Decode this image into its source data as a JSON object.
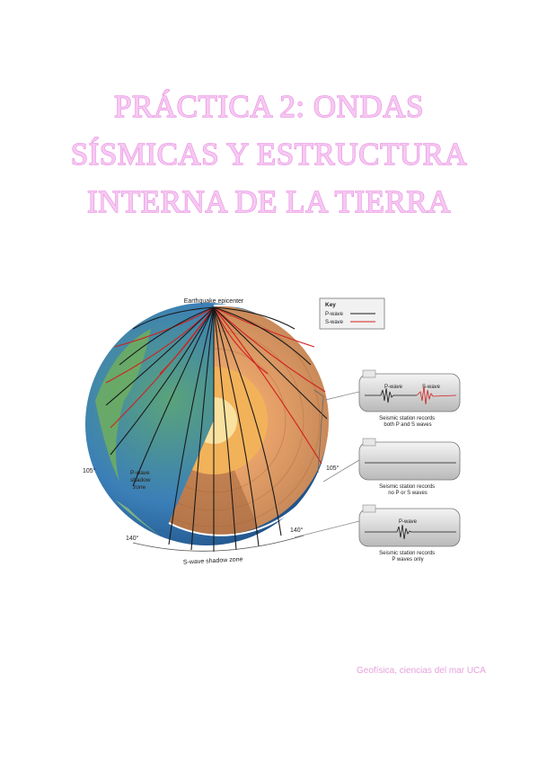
{
  "document": {
    "title_lines": [
      "PRÁCTICA 2: ONDAS",
      "SÍSMICAS Y ESTRUCTURA",
      "INTERNA DE LA TIERRA"
    ],
    "footer": "Geofísica, ciencias del mar UCA"
  },
  "figure": {
    "epicenter_label": "Earthquake epicenter",
    "key": {
      "title": "Key",
      "p_label": "P-wave",
      "s_label": "S-wave"
    },
    "angles": {
      "left_105": "105°",
      "right_105": "105°",
      "left_140": "140°",
      "right_140": "140°"
    },
    "p_shadow_label": [
      "P-wave",
      "shadow",
      "zone"
    ],
    "s_shadow_label": "S-wave shadow zone",
    "stations": [
      {
        "wave_a": "P-wave",
        "wave_b": "S-wave",
        "caption": [
          "Seismic station records",
          "both P and S waves"
        ]
      },
      {
        "caption": [
          "Seismic station records",
          "no P or S waves"
        ]
      },
      {
        "wave_a": "P-wave",
        "caption": [
          "Seismic station records",
          "P waves only"
        ]
      }
    ],
    "colors": {
      "title_pink": "#e37ddb",
      "p_wave": "#1a1a1a",
      "s_wave": "#d21f1f",
      "mantle": "#c98a5a",
      "outer_core": "#f2b25a",
      "inner_core": "#f9e2a0"
    }
  }
}
